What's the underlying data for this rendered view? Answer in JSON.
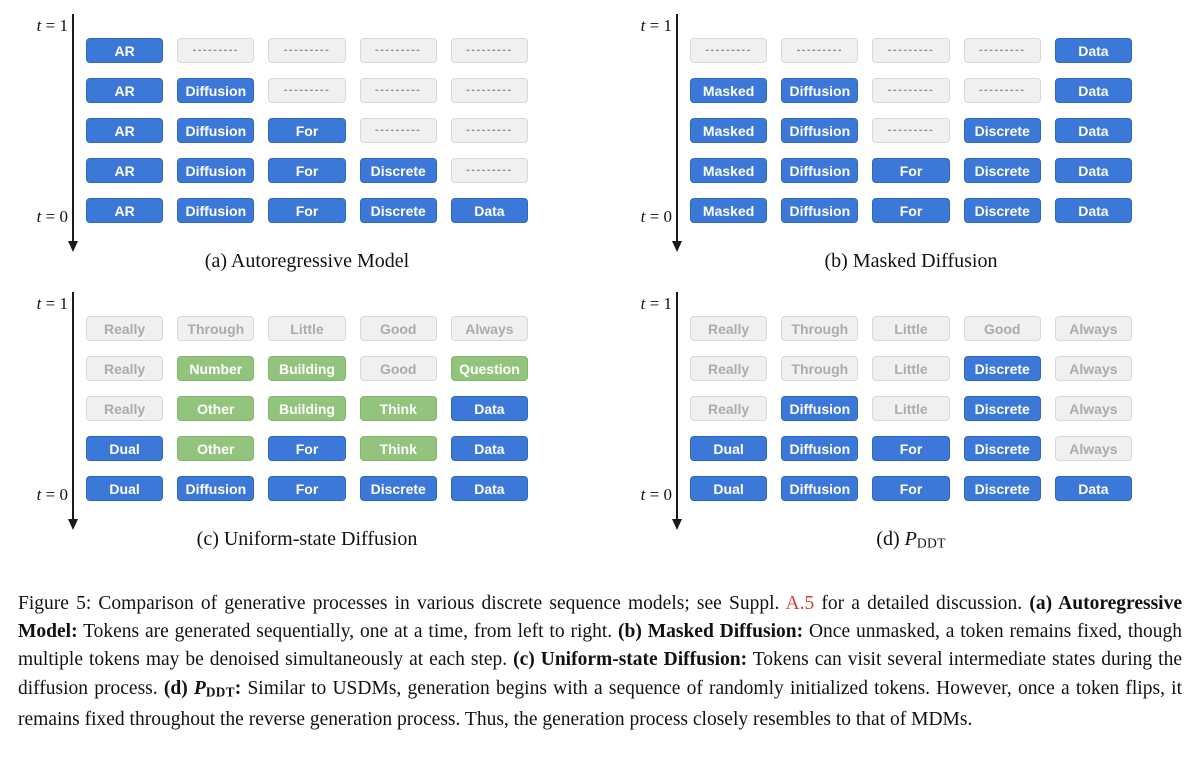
{
  "colors": {
    "blue": "#3C78D8",
    "green": "#93C47D",
    "graybg": "#F0F0F0",
    "grayborder": "#D9D9D9",
    "graytext": "#ABABAB",
    "dashtext": "#8F8F8F",
    "link": "#D0452F",
    "axis": "#1A1A1A"
  },
  "figure": {
    "panels": [
      {
        "id": "a",
        "time_top": {
          "variable": "t",
          "value": "= 1"
        },
        "time_bottom": {
          "variable": "t",
          "value": "= 0"
        },
        "rows": [
          [
            {
              "t": "AR",
              "s": "blue"
            },
            {
              "t": "---------",
              "s": "empty"
            },
            {
              "t": "---------",
              "s": "empty"
            },
            {
              "t": "---------",
              "s": "empty"
            },
            {
              "t": "---------",
              "s": "empty"
            }
          ],
          [
            {
              "t": "AR",
              "s": "blue"
            },
            {
              "t": "Diffusion",
              "s": "blue"
            },
            {
              "t": "---------",
              "s": "empty"
            },
            {
              "t": "---------",
              "s": "empty"
            },
            {
              "t": "---------",
              "s": "empty"
            }
          ],
          [
            {
              "t": "AR",
              "s": "blue"
            },
            {
              "t": "Diffusion",
              "s": "blue"
            },
            {
              "t": "For",
              "s": "blue"
            },
            {
              "t": "---------",
              "s": "empty"
            },
            {
              "t": "---------",
              "s": "empty"
            }
          ],
          [
            {
              "t": "AR",
              "s": "blue"
            },
            {
              "t": "Diffusion",
              "s": "blue"
            },
            {
              "t": "For",
              "s": "blue"
            },
            {
              "t": "Discrete",
              "s": "blue"
            },
            {
              "t": "---------",
              "s": "empty"
            }
          ],
          [
            {
              "t": "AR",
              "s": "blue"
            },
            {
              "t": "Diffusion",
              "s": "blue"
            },
            {
              "t": "For",
              "s": "blue"
            },
            {
              "t": "Discrete",
              "s": "blue"
            },
            {
              "t": "Data",
              "s": "blue"
            }
          ]
        ],
        "caption": [
          {
            "t": "(a)  Autoregressive Model",
            "s": "normal"
          }
        ]
      },
      {
        "id": "b",
        "time_top": {
          "variable": "t",
          "value": "= 1"
        },
        "time_bottom": {
          "variable": "t",
          "value": "= 0"
        },
        "rows": [
          [
            {
              "t": "---------",
              "s": "empty"
            },
            {
              "t": "---------",
              "s": "empty"
            },
            {
              "t": "---------",
              "s": "empty"
            },
            {
              "t": "---------",
              "s": "empty"
            },
            {
              "t": "Data",
              "s": "blue"
            }
          ],
          [
            {
              "t": "Masked",
              "s": "blue"
            },
            {
              "t": "Diffusion",
              "s": "blue"
            },
            {
              "t": "---------",
              "s": "empty"
            },
            {
              "t": "---------",
              "s": "empty"
            },
            {
              "t": "Data",
              "s": "blue"
            }
          ],
          [
            {
              "t": "Masked",
              "s": "blue"
            },
            {
              "t": "Diffusion",
              "s": "blue"
            },
            {
              "t": "---------",
              "s": "empty"
            },
            {
              "t": "Discrete",
              "s": "blue"
            },
            {
              "t": "Data",
              "s": "blue"
            }
          ],
          [
            {
              "t": "Masked",
              "s": "blue"
            },
            {
              "t": "Diffusion",
              "s": "blue"
            },
            {
              "t": "For",
              "s": "blue"
            },
            {
              "t": "Discrete",
              "s": "blue"
            },
            {
              "t": "Data",
              "s": "blue"
            }
          ],
          [
            {
              "t": "Masked",
              "s": "blue"
            },
            {
              "t": "Diffusion",
              "s": "blue"
            },
            {
              "t": "For",
              "s": "blue"
            },
            {
              "t": "Discrete",
              "s": "blue"
            },
            {
              "t": "Data",
              "s": "blue"
            }
          ]
        ],
        "caption": [
          {
            "t": "(b)  Masked Diffusion",
            "s": "normal"
          }
        ]
      },
      {
        "id": "c",
        "time_top": {
          "variable": "t",
          "value": "= 1"
        },
        "time_bottom": {
          "variable": "t",
          "value": "= 0"
        },
        "rows": [
          [
            {
              "t": "Really",
              "s": "gray"
            },
            {
              "t": "Through",
              "s": "gray"
            },
            {
              "t": "Little",
              "s": "gray"
            },
            {
              "t": "Good",
              "s": "gray"
            },
            {
              "t": "Always",
              "s": "gray"
            }
          ],
          [
            {
              "t": "Really",
              "s": "gray"
            },
            {
              "t": "Number",
              "s": "green"
            },
            {
              "t": "Building",
              "s": "green"
            },
            {
              "t": "Good",
              "s": "gray"
            },
            {
              "t": "Question",
              "s": "green"
            }
          ],
          [
            {
              "t": "Really",
              "s": "gray"
            },
            {
              "t": "Other",
              "s": "green"
            },
            {
              "t": "Building",
              "s": "green"
            },
            {
              "t": "Think",
              "s": "green"
            },
            {
              "t": "Data",
              "s": "blue"
            }
          ],
          [
            {
              "t": "Dual",
              "s": "blue"
            },
            {
              "t": "Other",
              "s": "green"
            },
            {
              "t": "For",
              "s": "blue"
            },
            {
              "t": "Think",
              "s": "green"
            },
            {
              "t": "Data",
              "s": "blue"
            }
          ],
          [
            {
              "t": "Dual",
              "s": "blue"
            },
            {
              "t": "Diffusion",
              "s": "blue"
            },
            {
              "t": "For",
              "s": "blue"
            },
            {
              "t": "Discrete",
              "s": "blue"
            },
            {
              "t": "Data",
              "s": "blue"
            }
          ]
        ],
        "caption": [
          {
            "t": "(c)  Uniform-state Diffusion",
            "s": "normal"
          }
        ]
      },
      {
        "id": "d",
        "time_top": {
          "variable": "t",
          "value": "= 1"
        },
        "time_bottom": {
          "variable": "t",
          "value": "= 0"
        },
        "rows": [
          [
            {
              "t": "Really",
              "s": "gray"
            },
            {
              "t": "Through",
              "s": "gray"
            },
            {
              "t": "Little",
              "s": "gray"
            },
            {
              "t": "Good",
              "s": "gray"
            },
            {
              "t": "Always",
              "s": "gray"
            }
          ],
          [
            {
              "t": "Really",
              "s": "gray"
            },
            {
              "t": "Through",
              "s": "gray"
            },
            {
              "t": "Little",
              "s": "gray"
            },
            {
              "t": "Discrete",
              "s": "blue"
            },
            {
              "t": "Always",
              "s": "gray"
            }
          ],
          [
            {
              "t": "Really",
              "s": "gray"
            },
            {
              "t": "Diffusion",
              "s": "blue"
            },
            {
              "t": "Little",
              "s": "gray"
            },
            {
              "t": "Discrete",
              "s": "blue"
            },
            {
              "t": "Always",
              "s": "gray"
            }
          ],
          [
            {
              "t": "Dual",
              "s": "blue"
            },
            {
              "t": "Diffusion",
              "s": "blue"
            },
            {
              "t": "For",
              "s": "blue"
            },
            {
              "t": "Discrete",
              "s": "blue"
            },
            {
              "t": "Always",
              "s": "gray"
            }
          ],
          [
            {
              "t": "Dual",
              "s": "blue"
            },
            {
              "t": "Diffusion",
              "s": "blue"
            },
            {
              "t": "For",
              "s": "blue"
            },
            {
              "t": "Discrete",
              "s": "blue"
            },
            {
              "t": "Data",
              "s": "blue"
            }
          ]
        ],
        "caption": [
          {
            "t": "(d)  ",
            "s": "normal"
          },
          {
            "t": "P",
            "s": "italic"
          },
          {
            "t": "DDT",
            "s": "sub"
          }
        ]
      }
    ],
    "caption_segments": [
      {
        "t": "Figure 5: Comparison of generative processes in various discrete sequence models; see Suppl. ",
        "s": "normal"
      },
      {
        "t": "A.5",
        "s": "link"
      },
      {
        "t": " for a detailed discussion. ",
        "s": "normal"
      },
      {
        "t": "(a) Autoregressive Model:",
        "s": "bold"
      },
      {
        "t": " Tokens are generated sequentially, one at a time, from left to right. ",
        "s": "normal"
      },
      {
        "t": "(b) Masked Diffusion:",
        "s": "bold"
      },
      {
        "t": " Once unmasked, a token remains fixed, though multiple tokens may be denoised simultaneously at each step. ",
        "s": "normal"
      },
      {
        "t": "(c) Uniform-state Diffusion:",
        "s": "bold"
      },
      {
        "t": " Tokens can visit several intermediate states during the diffusion process. ",
        "s": "normal"
      },
      {
        "t": "(d) ",
        "s": "bold"
      },
      {
        "t": "P",
        "s": "bolditalic"
      },
      {
        "t": "DDT",
        "s": "boldsub"
      },
      {
        "t": ":",
        "s": "bold"
      },
      {
        "t": " Similar to USDMs, generation begins with a sequence of randomly initialized tokens. However, once a token flips, it remains fixed throughout the reverse generation process. Thus, the generation process closely resembles to that of MDMs.",
        "s": "normal"
      }
    ]
  }
}
